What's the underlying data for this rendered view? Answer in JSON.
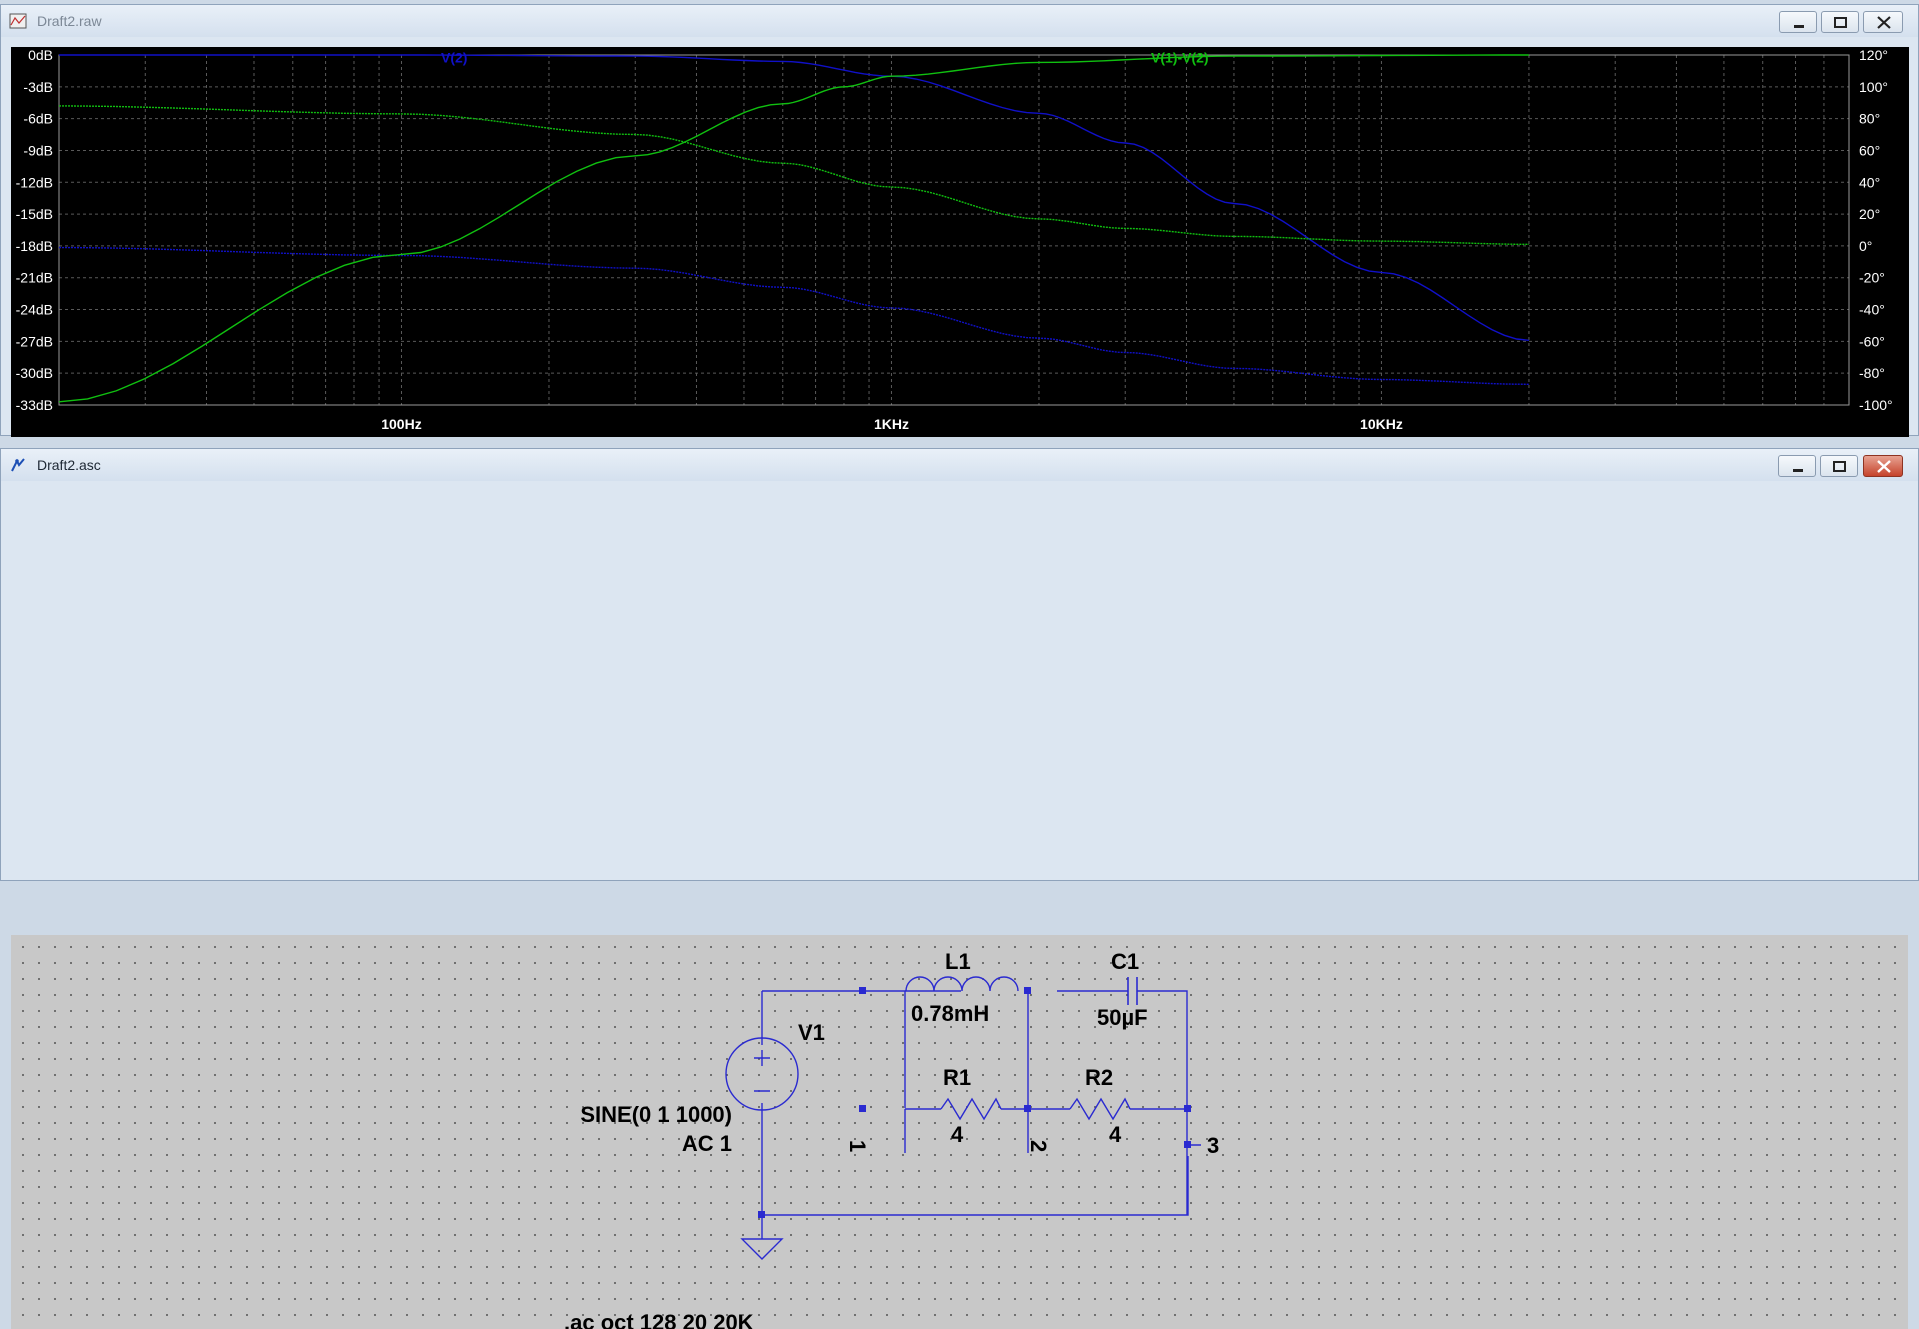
{
  "plot_window": {
    "title": "Draft2.raw"
  },
  "schematic_window": {
    "title": "Draft2.asc"
  },
  "colors": {
    "trace_v2": "#1010c8",
    "trace_diff": "#10c010",
    "grid": "#5a5a5a",
    "wire": "#2a2ad0"
  },
  "chart_data": {
    "type": "line",
    "title": "",
    "xlabel": "",
    "ylabel": "",
    "x_scale": "log",
    "xlim": [
      20,
      90000
    ],
    "x_ticks": [
      {
        "x": 100,
        "label": "100Hz"
      },
      {
        "x": 1000,
        "label": "1KHz"
      },
      {
        "x": 10000,
        "label": "10KHz"
      }
    ],
    "ylim_left": [
      -33,
      0
    ],
    "y_ticks_left": [
      "0dB",
      "-3dB",
      "-6dB",
      "-9dB",
      "-12dB",
      "-15dB",
      "-18dB",
      "-21dB",
      "-24dB",
      "-27dB",
      "-30dB",
      "-33dB"
    ],
    "ylim_right": [
      -100,
      120
    ],
    "y_ticks_right": [
      "120°",
      "100°",
      "80°",
      "60°",
      "40°",
      "20°",
      "0°",
      "-20°",
      "-40°",
      "-60°",
      "-80°",
      "-100°"
    ],
    "grid": true,
    "legend": "top",
    "series": [
      {
        "name": "V(2)",
        "quantity": "magnitude_dB",
        "color": "#1010c8",
        "points": [
          [
            20,
            0
          ],
          [
            100,
            0
          ],
          [
            300,
            -0.1
          ],
          [
            600,
            -0.6
          ],
          [
            1000,
            -2.0
          ],
          [
            2000,
            -5.5
          ],
          [
            3000,
            -8.3
          ],
          [
            5000,
            -14
          ],
          [
            10000,
            -20.5
          ],
          [
            20000,
            -26.9
          ]
        ]
      },
      {
        "name": "V(2)",
        "quantity": "phase_deg",
        "color": "#1010c8",
        "points": [
          [
            20,
            -1
          ],
          [
            100,
            -6
          ],
          [
            300,
            -14
          ],
          [
            600,
            -26
          ],
          [
            1000,
            -39
          ],
          [
            2000,
            -58
          ],
          [
            3000,
            -67
          ],
          [
            5000,
            -77
          ],
          [
            10000,
            -84
          ],
          [
            20000,
            -87
          ]
        ]
      },
      {
        "name": "V(1)-V(2)",
        "quantity": "magnitude_dB",
        "color": "#10c010",
        "points": [
          [
            20,
            -32.7
          ],
          [
            100,
            -18.8
          ],
          [
            300,
            -9.5
          ],
          [
            600,
            -4.6
          ],
          [
            800,
            -3.0
          ],
          [
            1000,
            -2.0
          ],
          [
            2000,
            -0.7
          ],
          [
            5000,
            -0.1
          ],
          [
            20000,
            0
          ]
        ]
      },
      {
        "name": "V(1)-V(2)",
        "quantity": "phase_deg",
        "color": "#10c010",
        "points": [
          [
            20,
            88
          ],
          [
            100,
            83
          ],
          [
            300,
            70
          ],
          [
            600,
            52
          ],
          [
            1000,
            37
          ],
          [
            2000,
            17
          ],
          [
            3000,
            11
          ],
          [
            5000,
            6
          ],
          [
            10000,
            3
          ],
          [
            20000,
            1
          ]
        ]
      }
    ]
  },
  "schematic": {
    "V1": {
      "name": "V1",
      "value": "SINE(0 1 1000)",
      "ac": "AC 1"
    },
    "L1": {
      "name": "L1",
      "value": "0.78mH"
    },
    "C1": {
      "name": "C1",
      "value": "50µF"
    },
    "R1": {
      "name": "R1",
      "value": "4"
    },
    "R2": {
      "name": "R2",
      "value": "4"
    },
    "nodes": [
      "1",
      "2",
      "3"
    ],
    "directive": ".ac oct 128 20 20K"
  }
}
